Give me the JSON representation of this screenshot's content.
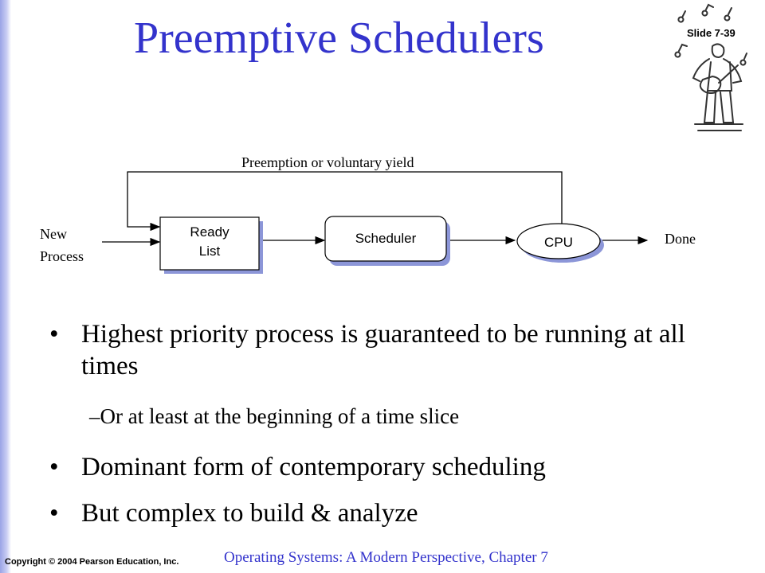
{
  "slide": {
    "title": "Preemptive Schedulers",
    "number": "Slide 7-39"
  },
  "diagram": {
    "feedback_label": "Preemption or voluntary yield",
    "input_label_line1": "New",
    "input_label_line2": "Process",
    "ready_list_line1": "Ready",
    "ready_list_line2": "List",
    "scheduler": "Scheduler",
    "cpu": "CPU",
    "output_label": "Done"
  },
  "bullets": [
    {
      "text": "Highest priority process is guaranteed to be running at all times"
    },
    {
      "text": "Dominant form of contemporary scheduling"
    },
    {
      "text": "But complex to build & analyze"
    }
  ],
  "sub_bullets": [
    {
      "text": "Or at least at the beginning of a time slice"
    }
  ],
  "footer": {
    "copyright": "Copyright © 2004 Pearson Education, Inc.",
    "book": "Operating Systems: A Modern Perspective, Chapter 7"
  },
  "colors": {
    "title": "#3333cc",
    "footer": "#3333cc",
    "left_bar": "#9aa3e6"
  }
}
